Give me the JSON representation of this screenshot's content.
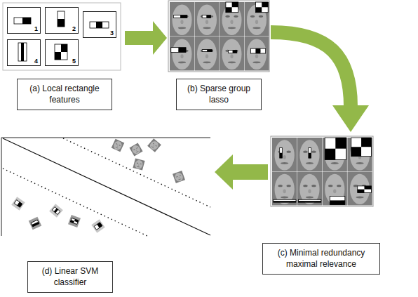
{
  "diagram": {
    "nodes": [
      {
        "text": [
          "1"
        ]
      },
      {
        "text": [
          "2"
        ]
      },
      {
        "text": [
          "3"
        ]
      },
      {
        "text": [
          "4"
        ]
      },
      {
        "text": [
          "5"
        ]
      },
      {
        "text": [
          "(a) Local rectangle features"
        ]
      },
      {
        "text": [
          "(b) Sparse group lasso"
        ]
      },
      {
        "text": [
          "(c) Minimal redundancy maximal relevance"
        ]
      },
      {
        "text": [
          "(d) Linear SVM classifier"
        ]
      }
    ]
  }
}
